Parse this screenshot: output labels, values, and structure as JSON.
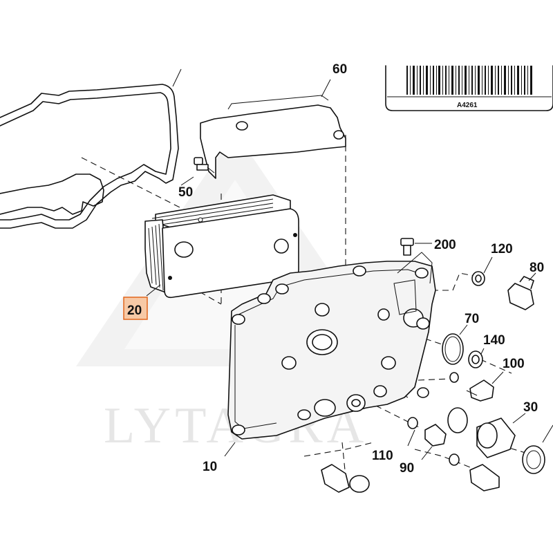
{
  "watermark": {
    "text": "LYTAGRA"
  },
  "barcode_label": {
    "code": "A4261"
  },
  "callouts": [
    {
      "id": "c60",
      "label": "60"
    },
    {
      "id": "c50",
      "label": "50"
    },
    {
      "id": "c20",
      "label": "20",
      "highlighted": true
    },
    {
      "id": "c200",
      "label": "200"
    },
    {
      "id": "c120",
      "label": "120"
    },
    {
      "id": "c80",
      "label": "80"
    },
    {
      "id": "c70",
      "label": "70"
    },
    {
      "id": "c140",
      "label": "140"
    },
    {
      "id": "c100",
      "label": "100"
    },
    {
      "id": "c30",
      "label": "30"
    },
    {
      "id": "c110",
      "label": "110"
    },
    {
      "id": "c90",
      "label": "90"
    },
    {
      "id": "c10",
      "label": "10"
    }
  ],
  "colors": {
    "highlight_fill": "#f7c9a6",
    "highlight_border": "#e2661c",
    "line": "#111111"
  }
}
